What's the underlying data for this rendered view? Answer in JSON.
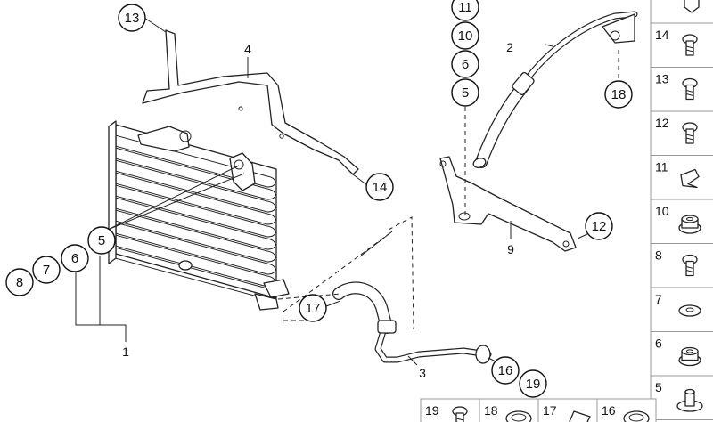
{
  "diagram_labels": {
    "radiator_group": "1",
    "return_line": "3",
    "hose_left": "17",
    "hose_rear": "2",
    "bracket_top": "4",
    "bracket_mount": "9"
  },
  "callouts": {
    "c13": "13",
    "c4": "4",
    "c14": "14",
    "c5a": "5",
    "c6a": "6",
    "c7": "7",
    "c8": "8",
    "c1": "1",
    "c17": "17",
    "c3": "3",
    "c16": "16",
    "c19": "19",
    "c11": "11",
    "c10": "10",
    "c6b": "6",
    "c5b": "5",
    "c2": "2",
    "c18": "18",
    "c12": "12",
    "c9": "9"
  },
  "parts_panel": {
    "items": [
      {
        "num": "14",
        "icon": "bolt-icon"
      },
      {
        "num": "13",
        "icon": "bolt-icon"
      },
      {
        "num": "12",
        "icon": "bolt-icon"
      },
      {
        "num": "11",
        "icon": "clip-nut-icon"
      },
      {
        "num": "10",
        "icon": "grommet-icon"
      },
      {
        "num": "8",
        "icon": "bolt-icon"
      },
      {
        "num": "7",
        "icon": "washer-icon"
      },
      {
        "num": "6",
        "icon": "grommet-icon"
      },
      {
        "num": "5",
        "icon": "bushing-icon"
      }
    ],
    "bottom_items": [
      {
        "num": "19",
        "icon": "bolt-icon"
      },
      {
        "num": "18",
        "icon": "seal-ring-icon"
      },
      {
        "num": "17",
        "icon": "clamp-icon"
      },
      {
        "num": "16",
        "icon": "seal-ring-icon"
      }
    ]
  }
}
